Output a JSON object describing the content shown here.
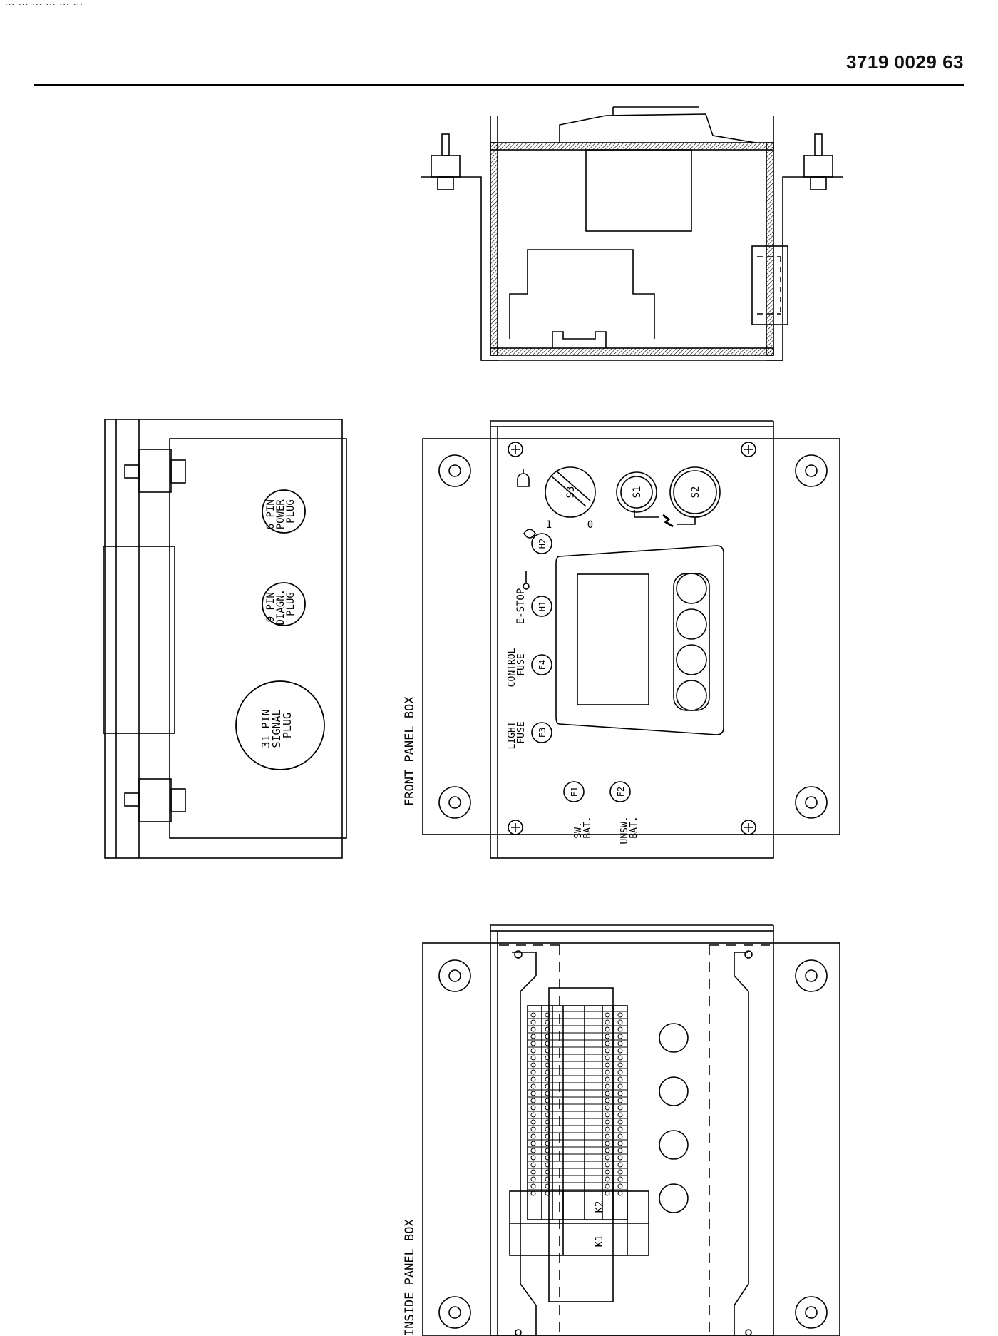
{
  "header": {
    "top_fragment": "… … … … … …",
    "document_number": "3719 0029 63"
  },
  "front_panel": {
    "title": "FRONT PANEL BOX",
    "s3": "S3",
    "s3_pos_1": "1",
    "s3_pos_0": "0",
    "s1": "S1",
    "s2": "S2",
    "h2": "H2",
    "h1": "H1",
    "f4": "F4",
    "f3": "F3",
    "f1": "F1",
    "f2": "F2",
    "e_stop": "E-STOP",
    "control_fuse_1": "CONTROL",
    "control_fuse_2": "FUSE",
    "light_fuse_1": "LIGHT",
    "light_fuse_2": "FUSE",
    "sw_bat_1": "SW.",
    "sw_bat_2": "BAT.",
    "unsw_bat_1": "UNSW.",
    "unsw_bat_2": "BAT."
  },
  "side_panel": {
    "plug6_1": "6 PIN",
    "plug6_2": "POWER",
    "plug6_3": "PLUG",
    "plug9_1": "9 PIN",
    "plug9_2": "DIAGN.",
    "plug9_3": "PLUG",
    "plug31_1": "31 PIN",
    "plug31_2": "SIGNAL",
    "plug31_3": "PLUG"
  },
  "inside_panel": {
    "title": "INSIDE PANEL BOX",
    "k1": "K1",
    "k2": "K2"
  }
}
